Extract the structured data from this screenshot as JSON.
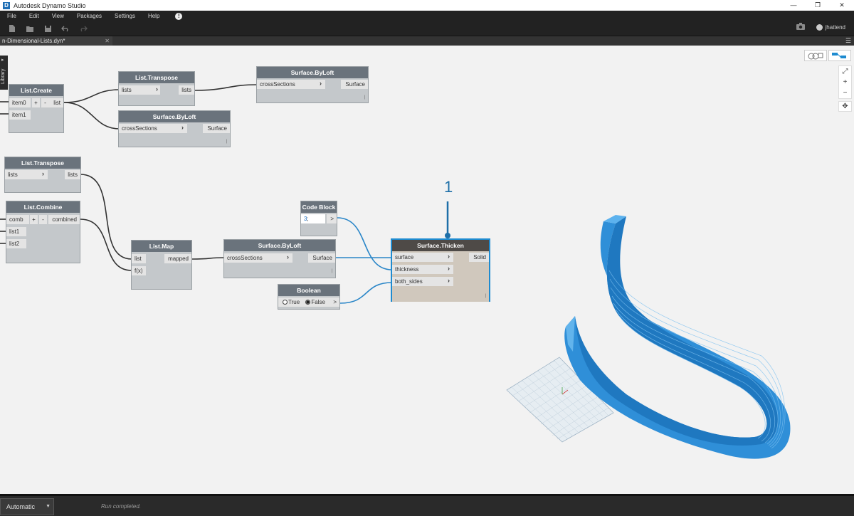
{
  "window": {
    "title": "Autodesk Dynamo Studio",
    "logo_letter": "D",
    "minimize": "—",
    "maximize": "❐",
    "close": "✕"
  },
  "menu": [
    "File",
    "Edit",
    "View",
    "Packages",
    "Settings",
    "Help"
  ],
  "menu_alert": "!",
  "toolbar": {
    "icons": [
      "new-file-icon",
      "open-file-icon",
      "save-icon",
      "undo-icon",
      "redo-icon"
    ],
    "camera_icon": "camera-icon",
    "user_name": "jhattend"
  },
  "tab": {
    "label": "n-Dimensional-Lists.dyn*",
    "close": "✕",
    "menu": "☰"
  },
  "library": {
    "label": "Library",
    "toggle": "▸"
  },
  "zoom": {
    "fit": "⤢",
    "in": "+",
    "out": "−",
    "pan": "✥"
  },
  "nodes": {
    "list_create": {
      "title": "List.Create",
      "in0": "item0",
      "in1": "item1",
      "plus": "+",
      "minus": "-",
      "out": "list"
    },
    "list_transpose_top": {
      "title": "List.Transpose",
      "in": "lists",
      "out": "lists"
    },
    "surface_byloft_top": {
      "title": "Surface.ByLoft",
      "in": "crossSections",
      "out": "Surface"
    },
    "surface_byloft_mid": {
      "title": "Surface.ByLoft",
      "in": "crossSections",
      "out": "Surface"
    },
    "list_transpose_2": {
      "title": "List.Transpose",
      "in": "lists",
      "out": "lists"
    },
    "list_combine": {
      "title": "List.Combine",
      "in0": "comb",
      "in1": "list1",
      "in2": "list2",
      "plus": "+",
      "minus": "-",
      "out": "combined"
    },
    "list_map": {
      "title": "List.Map",
      "in0": "list",
      "in1": "f(x)",
      "out": "mapped"
    },
    "surface_byloft_bottom": {
      "title": "Surface.ByLoft",
      "in": "crossSections",
      "out": "Surface"
    },
    "code_block": {
      "title": "Code Block",
      "code_num": "3",
      "code_rest": ";",
      "out": ">"
    },
    "boolean": {
      "title": "Boolean",
      "opt_true": "True",
      "opt_false": "False",
      "selected": "False",
      "out": ">"
    },
    "surface_thicken": {
      "title": "Surface.Thicken",
      "in0": "surface",
      "in1": "thickness",
      "in2": "both_sides",
      "out": "Solid"
    }
  },
  "callout": "1",
  "status": {
    "run_mode": "Automatic",
    "message": "Run completed."
  },
  "colors": {
    "accent": "#1e8bd0",
    "geometry": "#2f8fd8",
    "wire": "#333333",
    "wire_selected": "#2a86c8"
  }
}
